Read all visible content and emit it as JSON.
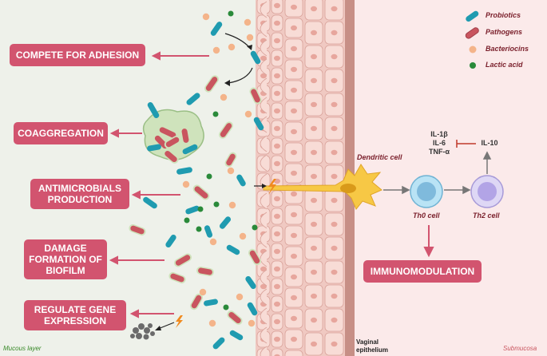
{
  "mechanisms": [
    {
      "id": "compete",
      "text": "COMPETE FOR ADHESION"
    },
    {
      "id": "coagg",
      "text": "COAGGREGATION"
    },
    {
      "id": "antimicro",
      "text": "ANTIMICROBIALS PRODUCTION"
    },
    {
      "id": "biofilm",
      "text": "DAMAGE FORMATION OF BIOFILM"
    },
    {
      "id": "gene",
      "text": "REGULATE GENE EXPRESSION"
    }
  ],
  "immunomodulation": "IMMUNOMODULATION",
  "legend": [
    {
      "label": "Probiotics",
      "icon": "probiotic-rod-icon",
      "color": "#1f9bb0"
    },
    {
      "label": "Pathogens",
      "icon": "pathogen-rod-icon",
      "color": "#c9555f"
    },
    {
      "label": "Bacteriocins",
      "icon": "bacteriocin-dot-icon",
      "color": "#f4b48a"
    },
    {
      "label": "Lactic acid",
      "icon": "lactic-acid-dot-icon",
      "color": "#2a8a3a"
    }
  ],
  "cells": {
    "dendritic": "Dendritic cell",
    "th0": "Th0 cell",
    "th2": "Th2 cell"
  },
  "cytokines": {
    "il1b": "IL-1β",
    "il6": "IL-6",
    "tnfa": "TNF-α",
    "il10": "IL-10"
  },
  "regions": {
    "mucous": "Mucous layer",
    "epithelium_line1": "Vaginal",
    "epithelium_line2": "epithelium",
    "submucosa": "Submucosa"
  },
  "colors": {
    "mucous_bg": "#eef1ea",
    "submucosa_bg": "#fbeaea",
    "label_bg": "#d2546f",
    "probiotic": "#1f9bb0",
    "pathogen": "#c9555f",
    "bacteriocin": "#f4b48a",
    "lactic": "#2a8a3a"
  }
}
